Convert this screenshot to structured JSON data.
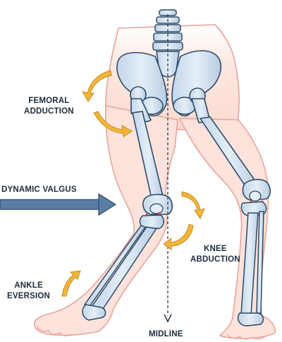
{
  "labels": {
    "femoral_adduction": [
      "FEMORAL",
      "ADDUCTION"
    ],
    "dynamic_valgus": "DYNAMIC VALGUS",
    "knee_abduction": [
      "KNEE",
      "ABDUCTION"
    ],
    "ankle_eversion": [
      "ANKLE",
      "EVERSION"
    ],
    "midline": "MIDLINE"
  },
  "colors": {
    "skin_fill": "#fde3dc",
    "skin_outline": "#e8a49a",
    "bone_fill": "#d4e2f1",
    "bone_outline": "#2f4a66",
    "curved_arrow": "#f3b63a",
    "valgus_arrow": "#5a7ea3",
    "ligament": "#e0524a",
    "label_text": "#1c2b3a"
  },
  "icons": [
    "curved-arrow-icon",
    "straight-arrow-icon",
    "dashed-arrow-icon"
  ]
}
